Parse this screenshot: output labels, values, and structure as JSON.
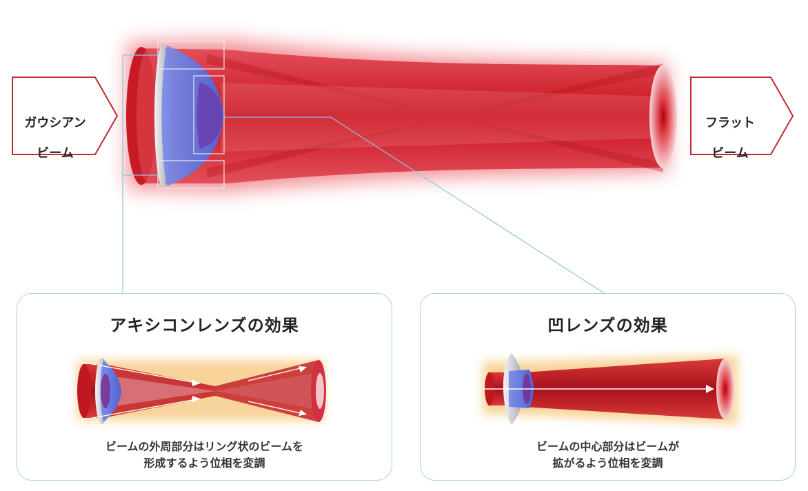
{
  "input_beam": {
    "label_line1": "ガウシアン",
    "label_line2": "ビーム"
  },
  "output_beam": {
    "label_line1": "フラット",
    "label_line2": "ビーム"
  },
  "axicon_panel": {
    "title": "アキシコンレンズの効果",
    "caption_line1": "ビームの外周部分はリング状のビームを",
    "caption_line2": "形成するよう位相を変調"
  },
  "concave_panel": {
    "title": "凹レンズの効果",
    "caption_line1": "ビームの中心部分はビームが",
    "caption_line2": "拡がるよう位相を変調"
  },
  "colors": {
    "beam_red": "#d8141e",
    "lens_blue": "#5a6fd8",
    "leader_line": "#8ec3e3",
    "panel_border": "#a9cfe6",
    "arrow_border": "#c0282e"
  }
}
